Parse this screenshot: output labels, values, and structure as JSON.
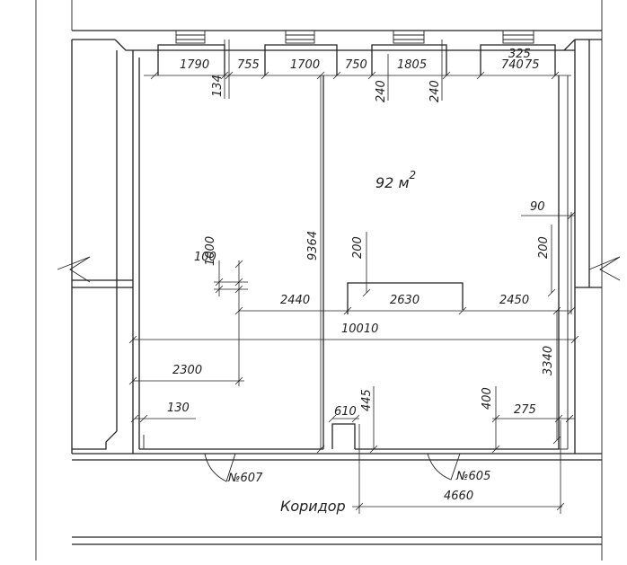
{
  "room": {
    "area": "92 м",
    "area_exp": "2"
  },
  "corridor_label": "Коридор",
  "doors": {
    "left": "№607",
    "right": "№605"
  },
  "dims": {
    "w1": "1790",
    "w2": "755",
    "w3": "1700",
    "w4": "750",
    "w5": "1805",
    "w6": "740",
    "w6b": "75",
    "w_325": "325",
    "h134": "134",
    "h240a": "240",
    "h240b": "240",
    "v9364": "9364",
    "v1000": "1000",
    "v100": "100",
    "v200a": "200",
    "v200b": "200",
    "h90": "90",
    "h2440": "2440",
    "h2630": "2630",
    "h2450": "2450",
    "h10010": "10010",
    "h2300": "2300",
    "v3340": "3340",
    "h130": "130",
    "h610": "610",
    "v445": "445",
    "v400": "400",
    "h275": "275",
    "h4660": "4660"
  }
}
